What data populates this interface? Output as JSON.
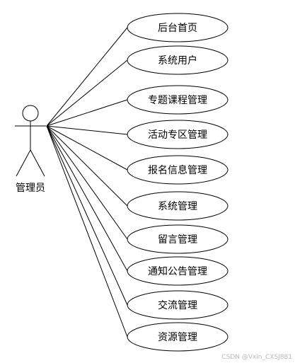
{
  "actor": {
    "label": "管理员"
  },
  "use_cases": [
    {
      "label": "后台首页"
    },
    {
      "label": "系统用户"
    },
    {
      "label": "专题课程管理"
    },
    {
      "label": "活动专区管理"
    },
    {
      "label": "报名信息管理"
    },
    {
      "label": "系统管理"
    },
    {
      "label": "留言管理"
    },
    {
      "label": "通知公告管理"
    },
    {
      "label": "交流管理"
    },
    {
      "label": "资源管理"
    }
  ],
  "watermark": "CSDN @Vxin_CXSJ881"
}
